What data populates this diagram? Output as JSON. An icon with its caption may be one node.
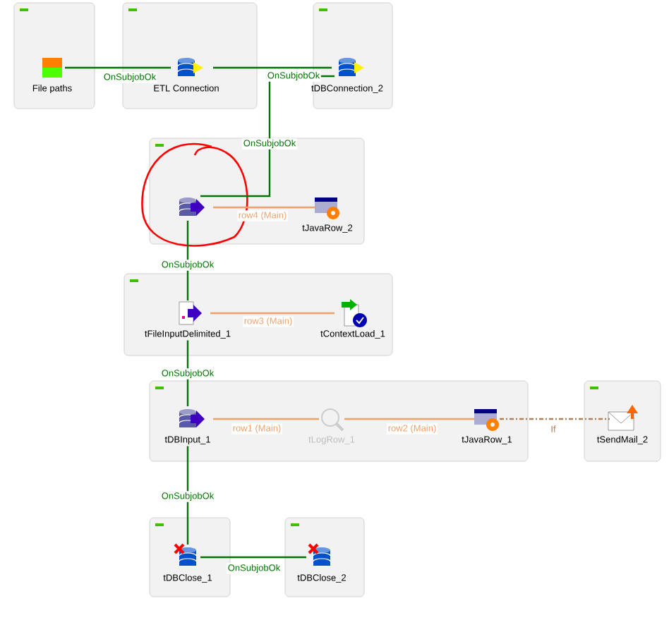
{
  "diagram": {
    "nodes": [
      {
        "text": [],
        "shape": "box"
      },
      {
        "text": [
          "File paths"
        ],
        "in": 0
      },
      {
        "text": [],
        "shape": "box"
      },
      {
        "text": [
          "ETL Connection"
        ],
        "in": 2
      },
      {
        "text": [],
        "shape": "box"
      },
      {
        "text": [
          "tDBConnection_2"
        ],
        "in": 4
      },
      {
        "text": [],
        "shape": "box"
      },
      {
        "text": [],
        "shape": "cylinder",
        "in": 6
      },
      {
        "text": [
          "tJavaRow_2"
        ],
        "in": 6
      },
      {
        "text": [],
        "shape": "box"
      },
      {
        "text": [
          "tFileInputDelimited_1"
        ],
        "in": 9
      },
      {
        "text": [
          "tContextLoad_1"
        ],
        "in": 9
      },
      {
        "text": [],
        "shape": "box"
      },
      {
        "text": [
          "tDBInput_1"
        ],
        "in": 12
      },
      {
        "text": [
          "tLogRow_1"
        ],
        "in": 12
      },
      {
        "text": [
          "tJavaRow_1"
        ],
        "in": 12
      },
      {
        "text": [],
        "shape": "box"
      },
      {
        "text": [
          "tSendMail_2"
        ],
        "in": 16
      },
      {
        "text": [],
        "shape": "box"
      },
      {
        "text": [
          "tDBClose_1"
        ],
        "in": 18
      },
      {
        "text": [],
        "shape": "box"
      },
      {
        "text": [
          "tDBClose_2"
        ],
        "in": 20
      }
    ],
    "edges": [
      {
        "from": 1,
        "to": 3,
        "arrow": "none",
        "label": "OnSubjobOk"
      },
      {
        "from": 3,
        "to": 5,
        "arrow": "none",
        "label": "OnSubjobOk"
      },
      {
        "from": 5,
        "to": 7,
        "arrow": "none",
        "label": "OnSubjobOk"
      },
      {
        "from": 7,
        "to": 8,
        "arrow": "none",
        "label": "row4 (Main)",
        "color": "#f0a068"
      },
      {
        "from": 7,
        "to": 10,
        "arrow": "none",
        "label": "OnSubjobOk"
      },
      {
        "from": 10,
        "to": 11,
        "arrow": "none",
        "label": "row3 (Main)",
        "color": "#f0a068"
      },
      {
        "from": 10,
        "to": 13,
        "arrow": "none",
        "label": "OnSubjobOk"
      },
      {
        "from": 13,
        "to": 14,
        "arrow": "none",
        "label": "row1 (Main)",
        "color": "#f0a068"
      },
      {
        "from": 14,
        "to": 15,
        "arrow": "none",
        "label": "row2 (Main)",
        "color": "#f0a068"
      },
      {
        "from": 15,
        "to": 17,
        "arrow": "none",
        "label": "If",
        "style": "dashed",
        "color": "#b0805a"
      },
      {
        "from": 13,
        "to": 19,
        "arrow": "none",
        "label": "OnSubjobOk"
      },
      {
        "from": 19,
        "to": 21,
        "arrow": "none",
        "label": "OnSubjobOk"
      }
    ]
  }
}
